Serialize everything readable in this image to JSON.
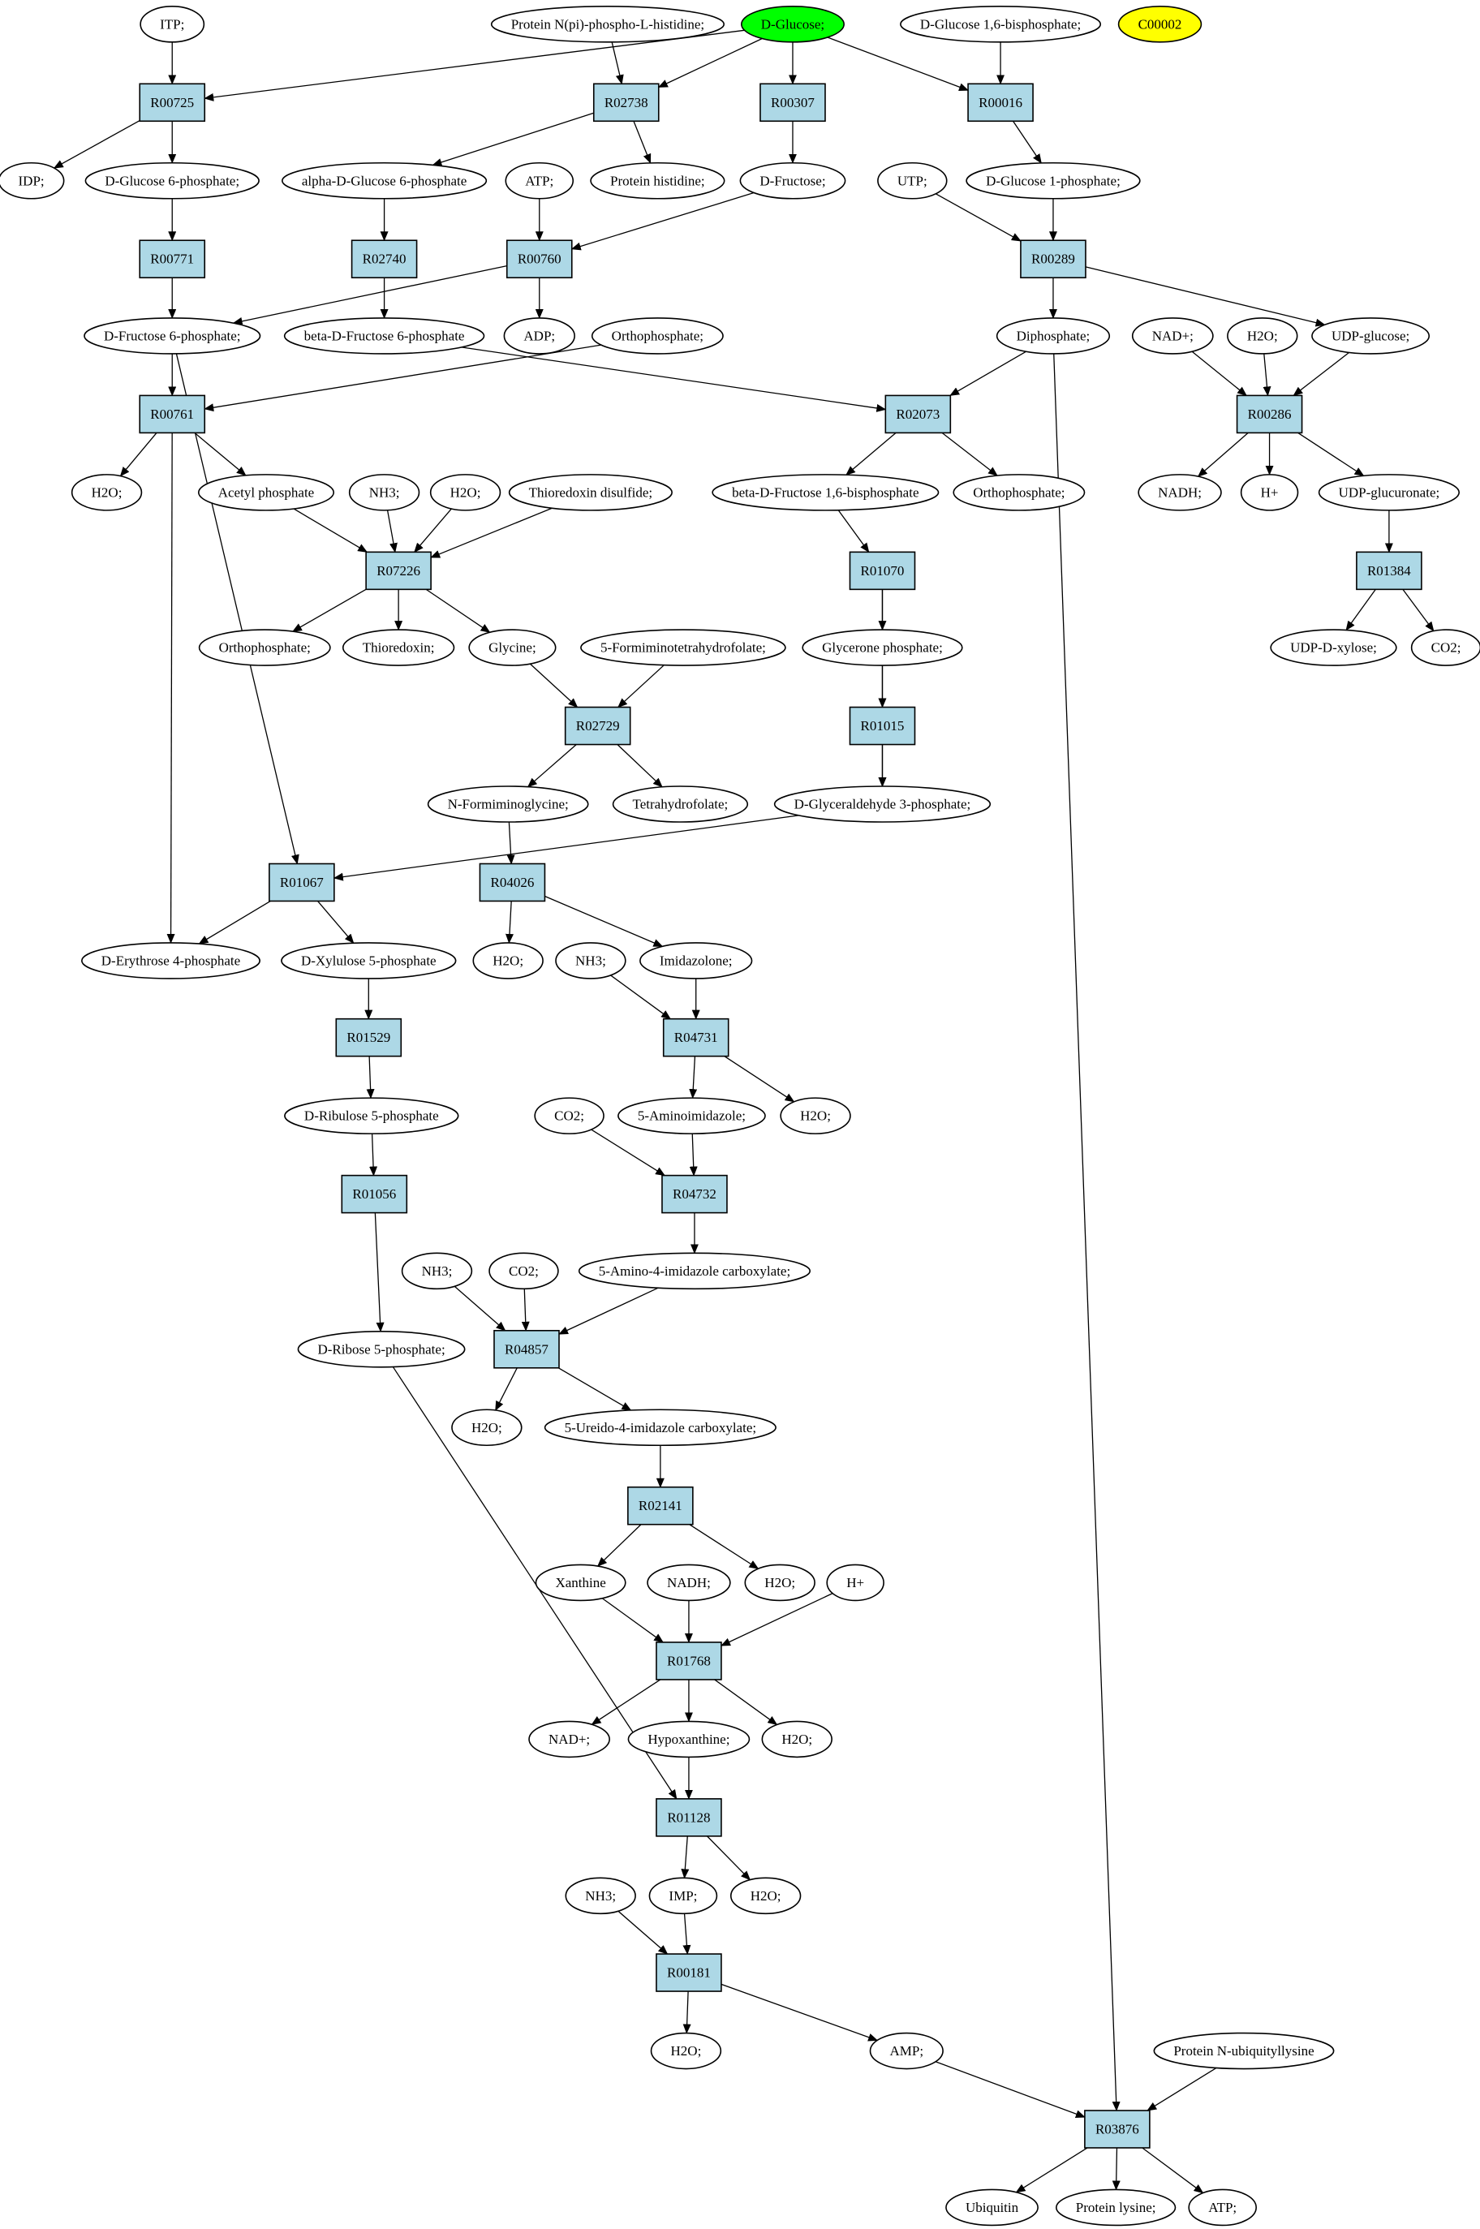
{
  "nodes": {
    "itp": {
      "kind": "metabolite",
      "label": "ITP;"
    },
    "prot_nphospho_his": {
      "kind": "metabolite",
      "label": "Protein N(pi)-phospho-L-histidine;"
    },
    "d_glucose": {
      "kind": "metabolite",
      "label": "D-Glucose;",
      "highlight": "start"
    },
    "d_glucose_16bp": {
      "kind": "metabolite",
      "label": "D-Glucose 1,6-bisphosphate;"
    },
    "c00002": {
      "kind": "metabolite",
      "label": "C00002",
      "highlight": "target"
    },
    "R00725": {
      "kind": "reaction",
      "label": "R00725"
    },
    "R02738": {
      "kind": "reaction",
      "label": "R02738"
    },
    "R00307": {
      "kind": "reaction",
      "label": "R00307"
    },
    "R00016": {
      "kind": "reaction",
      "label": "R00016"
    },
    "idp": {
      "kind": "metabolite",
      "label": "IDP;"
    },
    "d_glucose_6p": {
      "kind": "metabolite",
      "label": "D-Glucose 6-phosphate;"
    },
    "alpha_d_glucose_6p": {
      "kind": "metabolite",
      "label": "alpha-D-Glucose 6-phosphate"
    },
    "atp_1": {
      "kind": "metabolite",
      "label": "ATP;"
    },
    "protein_histidine": {
      "kind": "metabolite",
      "label": "Protein histidine;"
    },
    "d_fructose": {
      "kind": "metabolite",
      "label": "D-Fructose;"
    },
    "utp": {
      "kind": "metabolite",
      "label": "UTP;"
    },
    "d_glucose_1p": {
      "kind": "metabolite",
      "label": "D-Glucose 1-phosphate;"
    },
    "R00771": {
      "kind": "reaction",
      "label": "R00771"
    },
    "R02740": {
      "kind": "reaction",
      "label": "R02740"
    },
    "R00760": {
      "kind": "reaction",
      "label": "R00760"
    },
    "R00289": {
      "kind": "reaction",
      "label": "R00289"
    },
    "d_fructose_6p": {
      "kind": "metabolite",
      "label": "D-Fructose 6-phosphate;"
    },
    "beta_d_fructose_6p": {
      "kind": "metabolite",
      "label": "beta-D-Fructose 6-phosphate"
    },
    "adp": {
      "kind": "metabolite",
      "label": "ADP;"
    },
    "orthophosphate_1": {
      "kind": "metabolite",
      "label": "Orthophosphate;"
    },
    "diphosphate": {
      "kind": "metabolite",
      "label": "Diphosphate;"
    },
    "nad_plus_1": {
      "kind": "metabolite",
      "label": "NAD+;"
    },
    "h2o_a": {
      "kind": "metabolite",
      "label": "H2O;"
    },
    "udp_glucose": {
      "kind": "metabolite",
      "label": "UDP-glucose;"
    },
    "R00761": {
      "kind": "reaction",
      "label": "R00761"
    },
    "R02073": {
      "kind": "reaction",
      "label": "R02073"
    },
    "R00286": {
      "kind": "reaction",
      "label": "R00286"
    },
    "h2o_b": {
      "kind": "metabolite",
      "label": "H2O;"
    },
    "acetyl_phosphate": {
      "kind": "metabolite",
      "label": "Acetyl phosphate"
    },
    "nh3_a": {
      "kind": "metabolite",
      "label": "NH3;"
    },
    "h2o_c": {
      "kind": "metabolite",
      "label": "H2O;"
    },
    "thioredoxin_disulfide": {
      "kind": "metabolite",
      "label": "Thioredoxin disulfide;"
    },
    "beta_d_fructose_16bp": {
      "kind": "metabolite",
      "label": "beta-D-Fructose 1,6-bisphosphate"
    },
    "orthophosphate_2": {
      "kind": "metabolite",
      "label": "Orthophosphate;"
    },
    "nadh_1": {
      "kind": "metabolite",
      "label": "NADH;"
    },
    "h_plus_1": {
      "kind": "metabolite",
      "label": "H+"
    },
    "udp_glucuronate": {
      "kind": "metabolite",
      "label": "UDP-glucuronate;"
    },
    "R07226": {
      "kind": "reaction",
      "label": "R07226"
    },
    "R01070": {
      "kind": "reaction",
      "label": "R01070"
    },
    "R01384": {
      "kind": "reaction",
      "label": "R01384"
    },
    "orthophosphate_3": {
      "kind": "metabolite",
      "label": "Orthophosphate;"
    },
    "thioredoxin": {
      "kind": "metabolite",
      "label": "Thioredoxin;"
    },
    "glycine": {
      "kind": "metabolite",
      "label": "Glycine;"
    },
    "formiminothf": {
      "kind": "metabolite",
      "label": "5-Formiminotetrahydrofolate;"
    },
    "glycerone_phosphate": {
      "kind": "metabolite",
      "label": "Glycerone phosphate;"
    },
    "udp_d_xylose": {
      "kind": "metabolite",
      "label": "UDP-D-xylose;"
    },
    "co2_a": {
      "kind": "metabolite",
      "label": "CO2;"
    },
    "R02729": {
      "kind": "reaction",
      "label": "R02729"
    },
    "R01015": {
      "kind": "reaction",
      "label": "R01015"
    },
    "n_formiminoglycine": {
      "kind": "metabolite",
      "label": "N-Formiminoglycine;"
    },
    "tetrahydrofolate": {
      "kind": "metabolite",
      "label": "Tetrahydrofolate;"
    },
    "d_glyceraldehyde_3p": {
      "kind": "metabolite",
      "label": "D-Glyceraldehyde 3-phosphate;"
    },
    "R01067": {
      "kind": "reaction",
      "label": "R01067"
    },
    "R04026": {
      "kind": "reaction",
      "label": "R04026"
    },
    "d_erythrose_4p": {
      "kind": "metabolite",
      "label": "D-Erythrose 4-phosphate"
    },
    "d_xylulose_5p": {
      "kind": "metabolite",
      "label": "D-Xylulose 5-phosphate"
    },
    "h2o_d": {
      "kind": "metabolite",
      "label": "H2O;"
    },
    "nh3_b": {
      "kind": "metabolite",
      "label": "NH3;"
    },
    "imidazolone": {
      "kind": "metabolite",
      "label": "Imidazolone;"
    },
    "R01529": {
      "kind": "reaction",
      "label": "R01529"
    },
    "R04731": {
      "kind": "reaction",
      "label": "R04731"
    },
    "d_ribulose_5p": {
      "kind": "metabolite",
      "label": "D-Ribulose 5-phosphate"
    },
    "co2_b": {
      "kind": "metabolite",
      "label": "CO2;"
    },
    "aminoimidazole": {
      "kind": "metabolite",
      "label": "5-Aminoimidazole;"
    },
    "h2o_e": {
      "kind": "metabolite",
      "label": "H2O;"
    },
    "R01056": {
      "kind": "reaction",
      "label": "R01056"
    },
    "R04732": {
      "kind": "reaction",
      "label": "R04732"
    },
    "amino_imidazole_carboxylate": {
      "kind": "metabolite",
      "label": "5-Amino-4-imidazole carboxylate;"
    },
    "nh3_c": {
      "kind": "metabolite",
      "label": "NH3;"
    },
    "co2_c": {
      "kind": "metabolite",
      "label": "CO2;"
    },
    "d_ribose_5p": {
      "kind": "metabolite",
      "label": "D-Ribose 5-phosphate;"
    },
    "R04857": {
      "kind": "reaction",
      "label": "R04857"
    },
    "h2o_f": {
      "kind": "metabolite",
      "label": "H2O;"
    },
    "ureido_imidazole_carboxylate": {
      "kind": "metabolite",
      "label": "5-Ureido-4-imidazole carboxylate;"
    },
    "R02141": {
      "kind": "reaction",
      "label": "R02141"
    },
    "xanthine": {
      "kind": "metabolite",
      "label": "Xanthine"
    },
    "nadh_2": {
      "kind": "metabolite",
      "label": "NADH;"
    },
    "h2o_g": {
      "kind": "metabolite",
      "label": "H2O;"
    },
    "h_plus_2": {
      "kind": "metabolite",
      "label": "H+"
    },
    "R01768": {
      "kind": "reaction",
      "label": "R01768"
    },
    "nad_plus_2": {
      "kind": "metabolite",
      "label": "NAD+;"
    },
    "hypoxanthine": {
      "kind": "metabolite",
      "label": "Hypoxanthine;"
    },
    "h2o_h": {
      "kind": "metabolite",
      "label": "H2O;"
    },
    "R01128": {
      "kind": "reaction",
      "label": "R01128"
    },
    "nh3_d": {
      "kind": "metabolite",
      "label": "NH3;"
    },
    "imp": {
      "kind": "metabolite",
      "label": "IMP;"
    },
    "h2o_i": {
      "kind": "metabolite",
      "label": "H2O;"
    },
    "R00181": {
      "kind": "reaction",
      "label": "R00181"
    },
    "h2o_j": {
      "kind": "metabolite",
      "label": "H2O;"
    },
    "amp": {
      "kind": "metabolite",
      "label": "AMP;"
    },
    "prot_n_ubiquityllysine": {
      "kind": "metabolite",
      "label": "Protein N-ubiquityllysine"
    },
    "R03876": {
      "kind": "reaction",
      "label": "R03876"
    },
    "ubiquitin": {
      "kind": "metabolite",
      "label": "Ubiquitin"
    },
    "protein_lysine": {
      "kind": "metabolite",
      "label": "Protein lysine;"
    },
    "atp_2": {
      "kind": "metabolite",
      "label": "ATP;"
    }
  },
  "edges": [
    [
      "itp",
      "R00725"
    ],
    [
      "d_glucose",
      "R00725"
    ],
    [
      "R00725",
      "idp"
    ],
    [
      "R00725",
      "d_glucose_6p"
    ],
    [
      "prot_nphospho_his",
      "R02738"
    ],
    [
      "d_glucose",
      "R02738"
    ],
    [
      "R02738",
      "alpha_d_glucose_6p"
    ],
    [
      "R02738",
      "protein_histidine"
    ],
    [
      "d_glucose",
      "R00307"
    ],
    [
      "R00307",
      "d_fructose"
    ],
    [
      "d_glucose",
      "R00016"
    ],
    [
      "d_glucose_16bp",
      "R00016"
    ],
    [
      "R00016",
      "d_glucose_1p"
    ],
    [
      "d_glucose_6p",
      "R00771"
    ],
    [
      "R00771",
      "d_fructose_6p"
    ],
    [
      "alpha_d_glucose_6p",
      "R02740"
    ],
    [
      "R02740",
      "beta_d_fructose_6p"
    ],
    [
      "atp_1",
      "R00760"
    ],
    [
      "d_fructose",
      "R00760"
    ],
    [
      "R00760",
      "d_fructose_6p"
    ],
    [
      "R00760",
      "adp"
    ],
    [
      "utp",
      "R00289"
    ],
    [
      "d_glucose_1p",
      "R00289"
    ],
    [
      "R00289",
      "diphosphate"
    ],
    [
      "R00289",
      "udp_glucose"
    ],
    [
      "d_fructose_6p",
      "R00761"
    ],
    [
      "orthophosphate_1",
      "R00761"
    ],
    [
      "R00761",
      "h2o_b"
    ],
    [
      "R00761",
      "acetyl_phosphate"
    ],
    [
      "R00761",
      "d_erythrose_4p"
    ],
    [
      "beta_d_fructose_6p",
      "R02073"
    ],
    [
      "diphosphate",
      "R02073"
    ],
    [
      "R02073",
      "beta_d_fructose_16bp"
    ],
    [
      "R02073",
      "orthophosphate_2"
    ],
    [
      "nad_plus_1",
      "R00286"
    ],
    [
      "h2o_a",
      "R00286"
    ],
    [
      "udp_glucose",
      "R00286"
    ],
    [
      "R00286",
      "nadh_1"
    ],
    [
      "R00286",
      "h_plus_1"
    ],
    [
      "R00286",
      "udp_glucuronate"
    ],
    [
      "acetyl_phosphate",
      "R07226"
    ],
    [
      "nh3_a",
      "R07226"
    ],
    [
      "h2o_c",
      "R07226"
    ],
    [
      "thioredoxin_disulfide",
      "R07226"
    ],
    [
      "R07226",
      "orthophosphate_3"
    ],
    [
      "R07226",
      "thioredoxin"
    ],
    [
      "R07226",
      "glycine"
    ],
    [
      "beta_d_fructose_16bp",
      "R01070"
    ],
    [
      "R01070",
      "glycerone_phosphate"
    ],
    [
      "R01070",
      "d_glyceraldehyde_3p"
    ],
    [
      "udp_glucuronate",
      "R01384"
    ],
    [
      "R01384",
      "udp_d_xylose"
    ],
    [
      "R01384",
      "co2_a"
    ],
    [
      "glycine",
      "R02729"
    ],
    [
      "formiminothf",
      "R02729"
    ],
    [
      "R02729",
      "n_formiminoglycine"
    ],
    [
      "R02729",
      "tetrahydrofolate"
    ],
    [
      "glycerone_phosphate",
      "R01015"
    ],
    [
      "R01015",
      "d_glyceraldehyde_3p"
    ],
    [
      "d_fructose_6p",
      "R01067"
    ],
    [
      "d_glyceraldehyde_3p",
      "R01067"
    ],
    [
      "R01067",
      "d_erythrose_4p"
    ],
    [
      "R01067",
      "d_xylulose_5p"
    ],
    [
      "n_formiminoglycine",
      "R04026"
    ],
    [
      "R04026",
      "h2o_d"
    ],
    [
      "R04026",
      "imidazolone"
    ],
    [
      "d_xylulose_5p",
      "R01529"
    ],
    [
      "R01529",
      "d_ribulose_5p"
    ],
    [
      "nh3_b",
      "R04731"
    ],
    [
      "imidazolone",
      "R04731"
    ],
    [
      "R04731",
      "aminoimidazole"
    ],
    [
      "R04731",
      "h2o_e"
    ],
    [
      "d_ribulose_5p",
      "R01056"
    ],
    [
      "R01056",
      "d_ribose_5p"
    ],
    [
      "co2_b",
      "R04732"
    ],
    [
      "aminoimidazole",
      "R04732"
    ],
    [
      "R04732",
      "amino_imidazole_carboxylate"
    ],
    [
      "nh3_c",
      "R04857"
    ],
    [
      "co2_c",
      "R04857"
    ],
    [
      "amino_imidazole_carboxylate",
      "R04857"
    ],
    [
      "R04857",
      "h2o_f"
    ],
    [
      "R04857",
      "ureido_imidazole_carboxylate"
    ],
    [
      "ureido_imidazole_carboxylate",
      "R02141"
    ],
    [
      "R02141",
      "xanthine"
    ],
    [
      "R02141",
      "h2o_g"
    ],
    [
      "xanthine",
      "R01768"
    ],
    [
      "nadh_2",
      "R01768"
    ],
    [
      "h_plus_2",
      "R01768"
    ],
    [
      "R01768",
      "nad_plus_2"
    ],
    [
      "R01768",
      "hypoxanthine"
    ],
    [
      "R01768",
      "h2o_h"
    ],
    [
      "hypoxanthine",
      "R01128"
    ],
    [
      "d_ribose_5p",
      "R01128"
    ],
    [
      "R01128",
      "imp"
    ],
    [
      "R01128",
      "h2o_i"
    ],
    [
      "nh3_d",
      "R00181"
    ],
    [
      "imp",
      "R00181"
    ],
    [
      "R00181",
      "h2o_j"
    ],
    [
      "R00181",
      "amp"
    ],
    [
      "amp",
      "R03876"
    ],
    [
      "diphosphate",
      "R03876"
    ],
    [
      "prot_n_ubiquityllysine",
      "R03876"
    ],
    [
      "R03876",
      "ubiquitin"
    ],
    [
      "R03876",
      "protein_lysine"
    ],
    [
      "R03876",
      "atp_2"
    ]
  ]
}
